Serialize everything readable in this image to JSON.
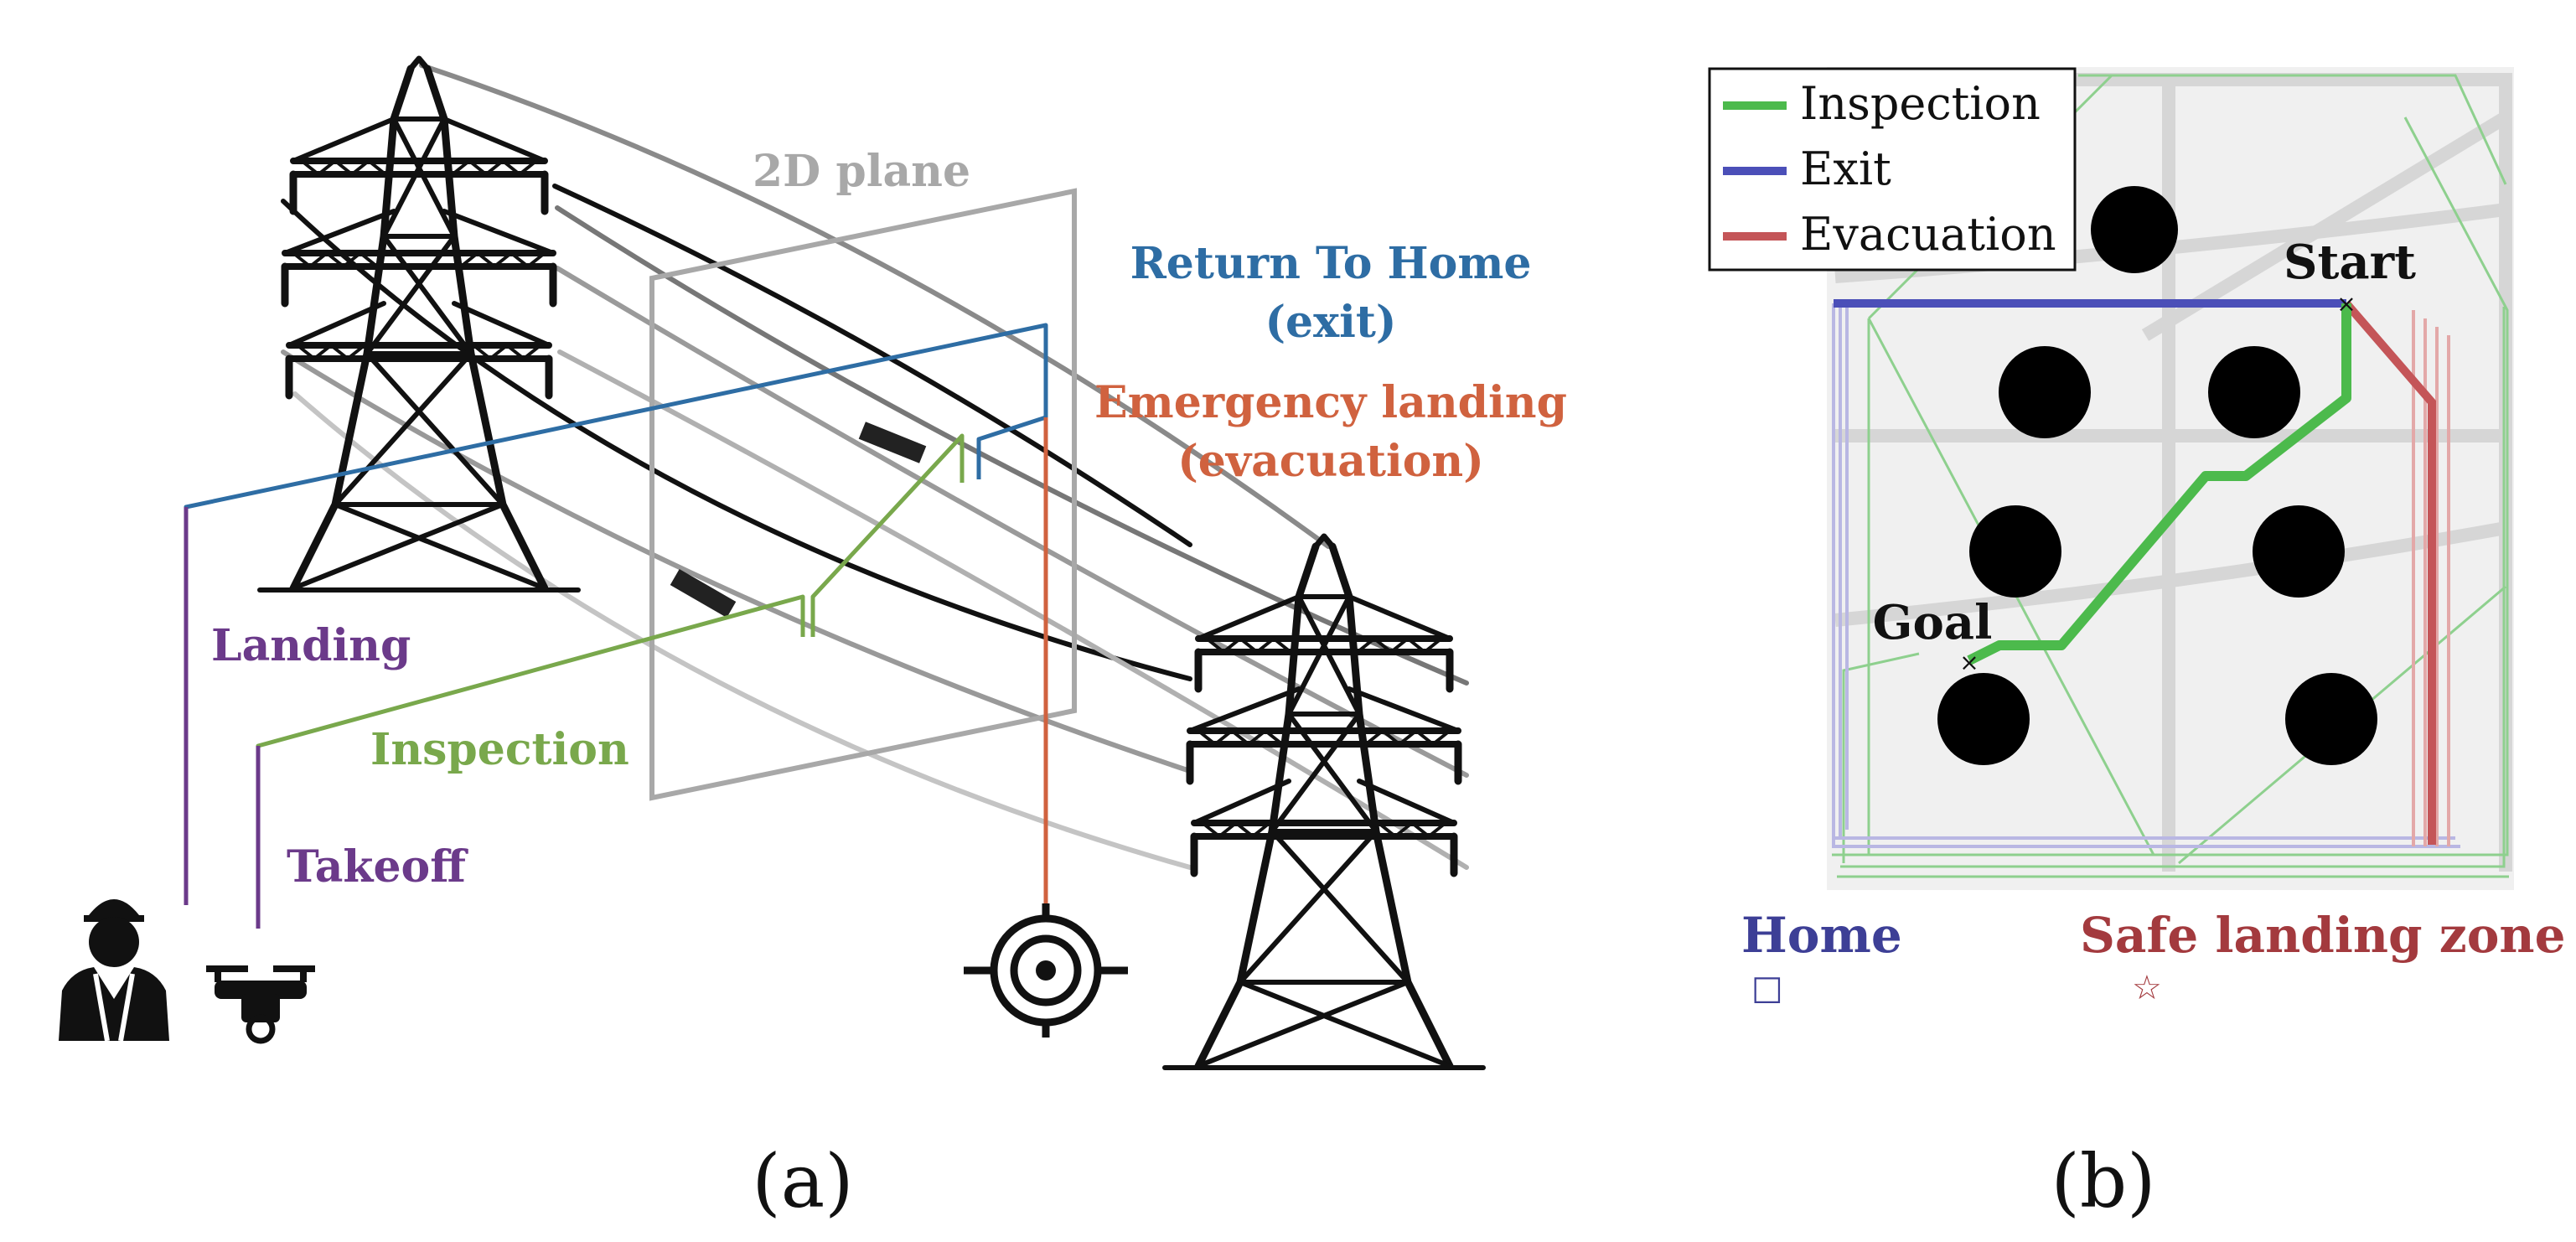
{
  "panel_a": {
    "caption": "(a)",
    "labels": {
      "plane": "2D plane",
      "rth_line1": "Return To Home",
      "rth_line2": "(exit)",
      "emergency_line1": "Emergency landing",
      "emergency_line2": "(evacuation)",
      "landing": "Landing",
      "inspection": "Inspection",
      "takeoff": "Takeoff"
    },
    "colors": {
      "rth": "#2e6da4",
      "emergency": "#d0623f",
      "landing": "#6b3a8a",
      "inspection": "#79a84c",
      "plane": "#a8a8a8"
    },
    "icons": [
      "pylon-icon",
      "worker-icon",
      "drone-icon",
      "target-icon",
      "pylon-icon"
    ]
  },
  "panel_b": {
    "caption": "(b)",
    "legend": [
      {
        "label": "Inspection",
        "color": "#4cba4c"
      },
      {
        "label": "Exit",
        "color": "#4b4fb8"
      },
      {
        "label": "Evacuation",
        "color": "#c45558"
      }
    ],
    "labels": {
      "start": "Start",
      "goal": "Goal",
      "home": "Home",
      "safe_zone": "Safe landing zone",
      "home_marker": "□",
      "safe_marker": "☆",
      "start_marker": "×",
      "goal_marker": "×"
    },
    "colors": {
      "home_text": "#3d3f96",
      "safe_text": "#a33a3e"
    }
  }
}
